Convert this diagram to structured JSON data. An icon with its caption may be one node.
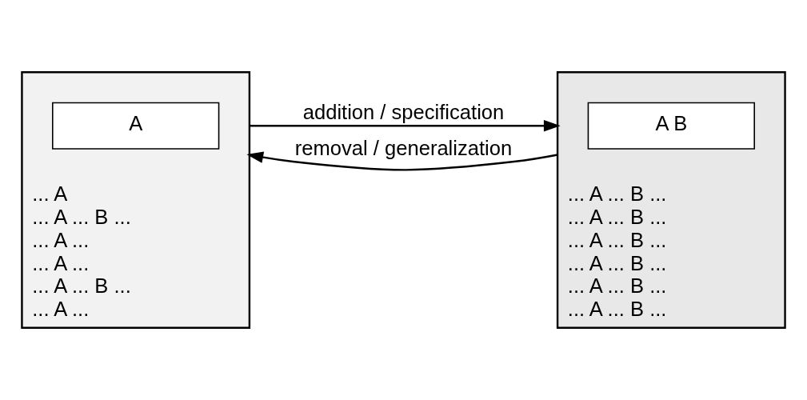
{
  "diagram": {
    "nodes": [
      {
        "text": [
          "... A",
          "... A ... B ...",
          "... A ...",
          "... A ...",
          "... A ... B ...",
          "... A ..."
        ]
      },
      {
        "text": [
          "A"
        ],
        "in": 0
      },
      {
        "text": [
          "... A ... B ...",
          "... A ... B ...",
          "... A ... B ...",
          "... A ... B ...",
          "... A ... B ...",
          "... A ... B ..."
        ]
      },
      {
        "text": [
          "A B"
        ],
        "in": 2
      }
    ],
    "edges": [
      {
        "from": 0,
        "to": 2,
        "arrow": "to",
        "label": "addition / specification"
      },
      {
        "from": 2,
        "to": 0,
        "arrow": "to",
        "label": "removal / generalization"
      }
    ]
  }
}
